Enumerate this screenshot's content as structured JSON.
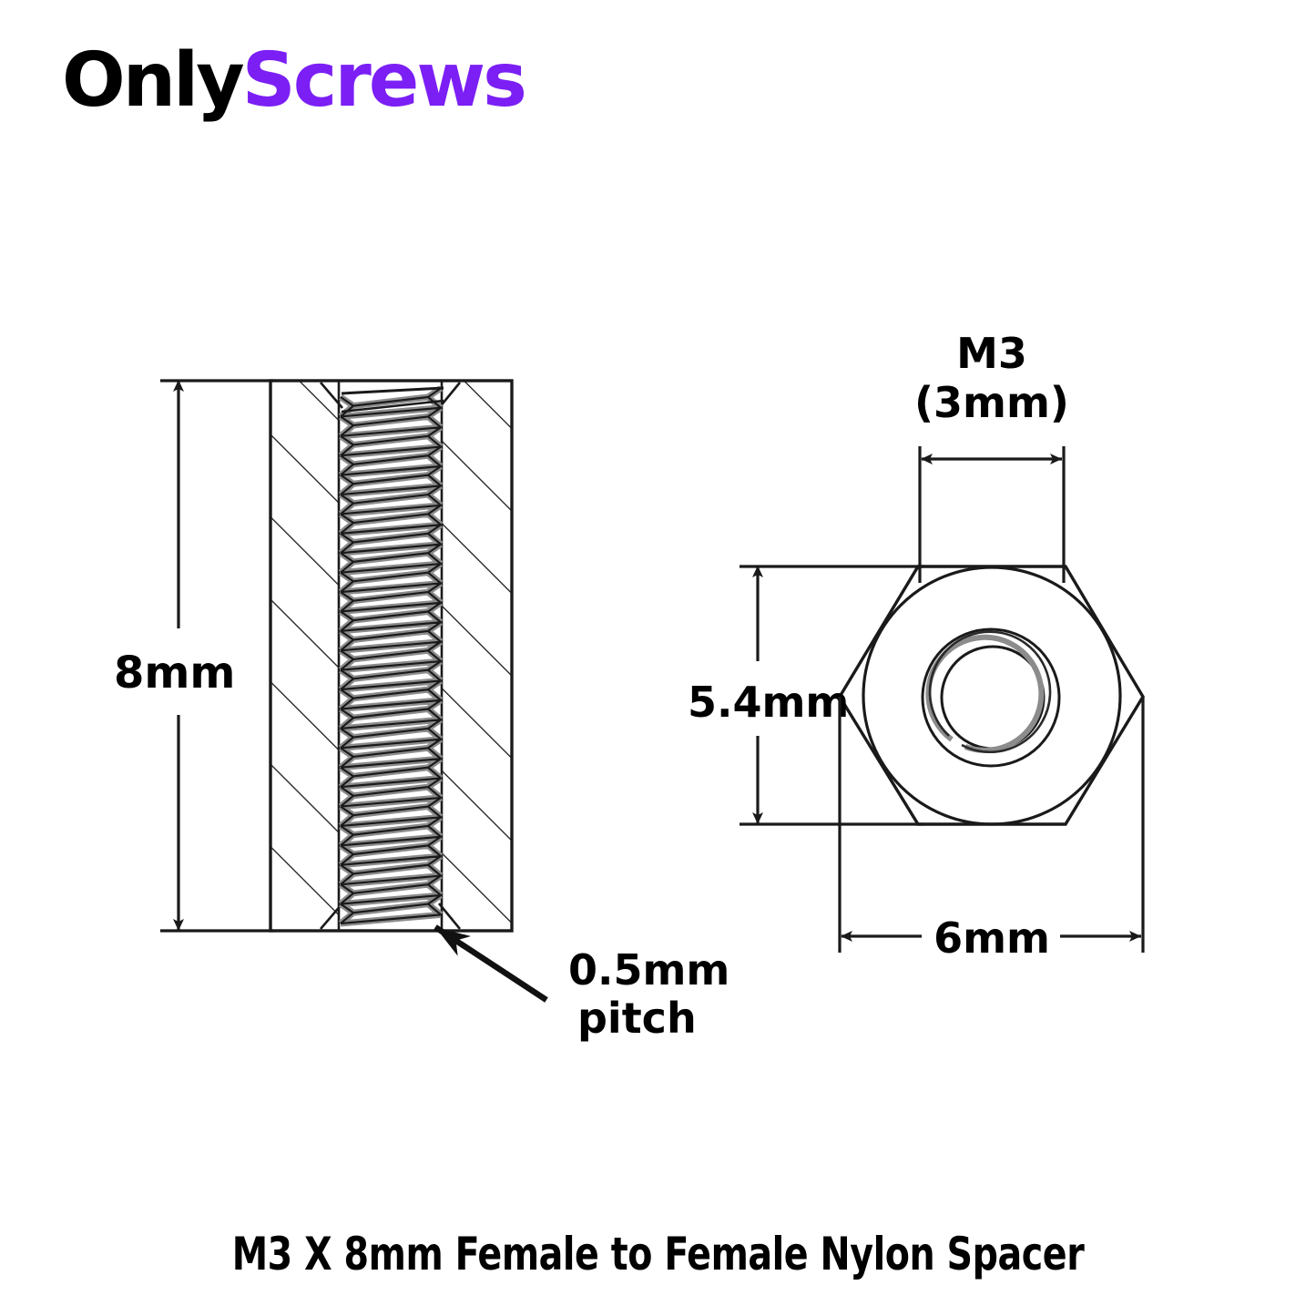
{
  "logo": {
    "primary_text": "Only",
    "accent_text": "Screws",
    "accent_color": "#7B1FF5",
    "primary_color": "#000000"
  },
  "drawing": {
    "section_view": {
      "name": "cross-section-side-view",
      "height_dimension": "8mm",
      "thread_callout_line1": "0.5mm",
      "thread_callout_line2": "pitch",
      "thread_callout_full": "0.5mm pitch"
    },
    "end_view": {
      "name": "hex-end-view",
      "thread_size_line1": "M3",
      "thread_size_line2": "(3mm)",
      "thread_size_full": "M3 (3mm)",
      "across_flats_dimension": "5.4mm",
      "across_corners_dimension": "6mm"
    }
  },
  "caption": {
    "text": "M3 X 8mm Female to Female Nylon Spacer"
  },
  "colors": {
    "line": "#1a1a1a",
    "thread_shade": "#8c8c8c",
    "background": "#ffffff"
  }
}
